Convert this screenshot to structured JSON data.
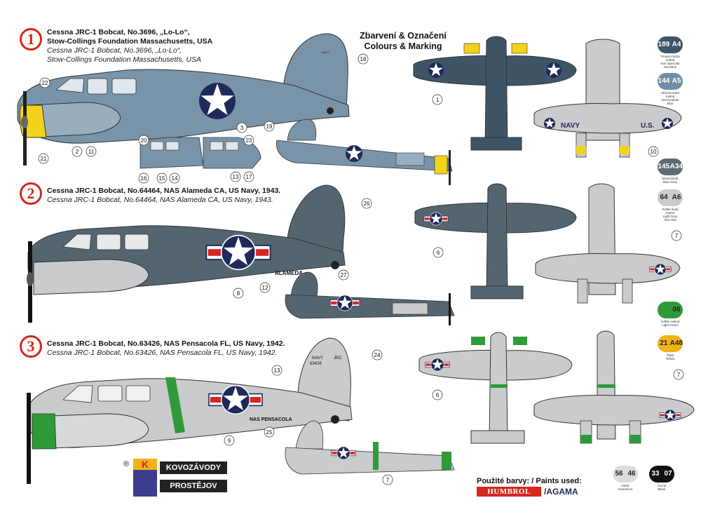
{
  "schemes": [
    {
      "number": "1",
      "title_en": "Cessna JRC-1 Bobcat, No.3696, „Lo-Lo“,",
      "title_en2": "Stow-Collings Foundation Massachusetts, USA",
      "title_cz": "Cessna JRC-1 Bobcat, No.3696, „Lo-Lo“,",
      "title_cz2": "Stow-Collings Foundation Massachusetts, USA",
      "callouts": [
        "22",
        "18",
        "3",
        "19",
        "20",
        "2",
        "11",
        "21",
        "1",
        "10",
        "16",
        "15",
        "14",
        "13",
        "17",
        "23"
      ]
    },
    {
      "number": "2",
      "title_en": "Cessna JRC-1 Bobcat, No.64464, NAS Alameda CA, US Navy, 1943.",
      "title_cz": "Cessna JRC-1 Bobcat, No.64464, NAS Alameda CA, US Navy, 1943.",
      "fuselage_text": "ALAMEDA",
      "callouts": [
        "26",
        "8",
        "12",
        "27",
        "6",
        "7"
      ]
    },
    {
      "number": "3",
      "title_en": "Cessna JRC-1 Bobcat, No.63426, NAS Pensacola FL, US Navy, 1942.",
      "title_cz": "Cessna JRC-1 Bobcat, No.63426, NAS Pensacola FL, US Navy, 1942.",
      "fuselage_text": "NAS PENSACOLA",
      "tail_text1": "NAVY",
      "tail_text2": "63426",
      "tail_text3": "JRC",
      "callouts": [
        "24",
        "13",
        "9",
        "25",
        "7",
        "6"
      ]
    }
  ],
  "heading": {
    "line1": "Zbarvení & Označení",
    "line2": "Colours & Marking"
  },
  "wing_texts": {
    "navy": "NAVY",
    "us": "U.S."
  },
  "paints": [
    {
      "a": "189",
      "b": "A4",
      "name": "Tmavá modrá\nmatná\nNon Specular\nSea Blue",
      "color_a": "#3f5566",
      "color_b": "#3f5566",
      "text": "#ffffff"
    },
    {
      "a": "144",
      "b": "A5",
      "name": "Středomodrá\nmatná\nIntermediate\nBlue",
      "color_a": "#6f8ea3",
      "color_b": "#6f8ea3",
      "text": "#ffffff"
    },
    {
      "a": "145",
      "b": "A34",
      "name": "Modrošedá\nBlue Grey",
      "color_a": "#5e6b73",
      "color_b": "#5e6b73",
      "text": "#ffffff"
    },
    {
      "a": "64",
      "b": "A6",
      "name": "Světle šedá\nmatná\nLight Grey\nANA 602",
      "color_a": "#c9cbcc",
      "color_b": "#c9cbcc",
      "text": "#222222"
    },
    {
      "a": "",
      "b": "06",
      "name": "Světle zelená\nLight Green",
      "color_a": "#2f9a3a",
      "color_b": "#2f9a3a",
      "text": "#222222"
    },
    {
      "a": "21",
      "b": "A48",
      "name": "Žlutá\nYellow",
      "color_a": "#f0b419",
      "color_b": "#f0b419",
      "text": "#222222"
    },
    {
      "a": "56",
      "b": "46",
      "name": "Hliník\nAluminium",
      "color_a": "#dcdcdc",
      "color_b": "#dcdcdc",
      "text": "#222222"
    },
    {
      "a": "33",
      "b": "07",
      "name": "Černá\nBlack",
      "color_a": "#111111",
      "color_b": "#111111",
      "text": "#ffffff"
    }
  ],
  "paints_used": "Použité barvy: / Paints used:",
  "brand_humbrol": "HUMBROL",
  "brand_agama": "AGAMA",
  "logo": {
    "line1": "KOVOZÁVODY",
    "line2": "PROSTĚJOV",
    "mark": "K",
    "registered": "®"
  },
  "colors": {
    "sea_blue": "#3f5566",
    "intermediate_blue": "#7994a8",
    "blue_grey": "#556570",
    "light_grey": "#c9cbcc",
    "green": "#2f9a3a",
    "yellow": "#f2d21b",
    "red": "#d7261e",
    "insignia_blue": "#1f2a5a"
  }
}
